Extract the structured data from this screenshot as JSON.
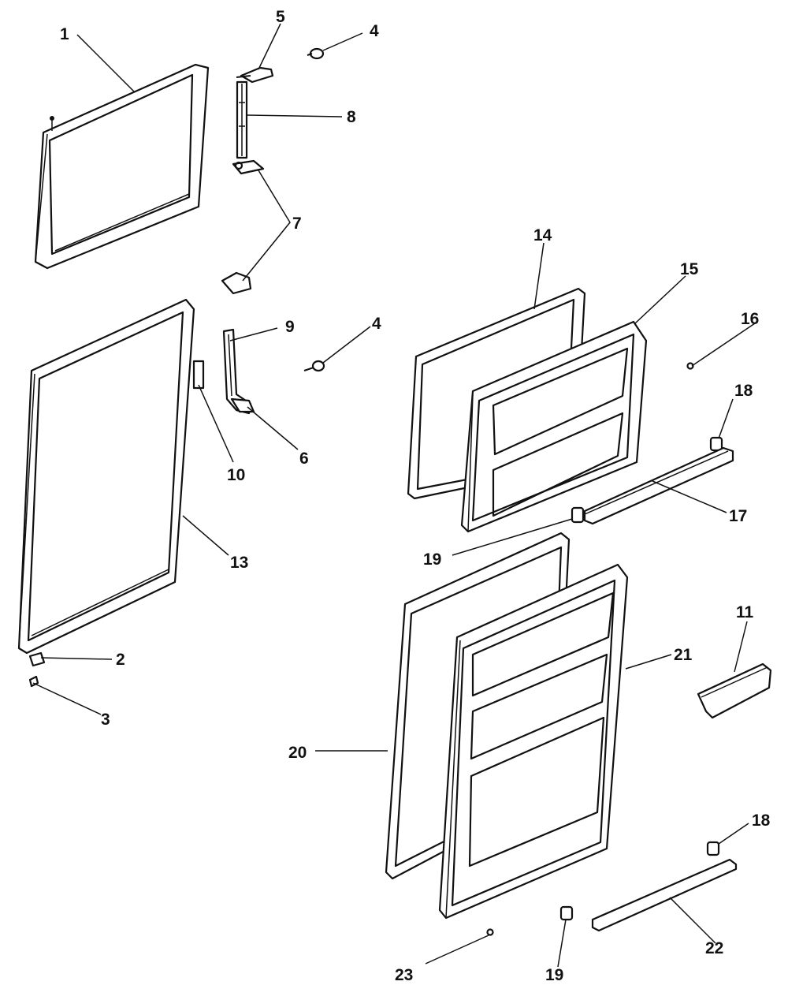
{
  "callouts": {
    "c1": "1",
    "c2": "2",
    "c3": "3",
    "c4a": "4",
    "c4b": "4",
    "c5": "5",
    "c6": "6",
    "c7": "7",
    "c8": "8",
    "c9": "9",
    "c10": "10",
    "c11": "11",
    "c13": "13",
    "c14": "14",
    "c15": "15",
    "c16": "16",
    "c17": "17",
    "c18a": "18",
    "c18b": "18",
    "c19a": "19",
    "c19b": "19",
    "c20": "20",
    "c21": "21",
    "c22": "22",
    "c23": "23"
  }
}
